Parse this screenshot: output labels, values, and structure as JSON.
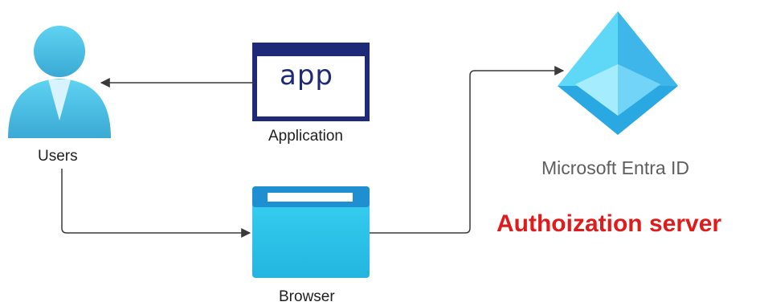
{
  "nodes": {
    "users": {
      "label": "Users"
    },
    "application": {
      "label": "Application",
      "icon_text": "app"
    },
    "browser": {
      "label": "Browser"
    },
    "entra": {
      "label": "Microsoft Entra ID"
    },
    "auth_server": {
      "label": "Authoization server"
    }
  },
  "colors": {
    "arrow": "#3a3a3a",
    "app_frame": "#1e2a78",
    "browser_fill": "#2fc6ea",
    "entra_light": "#6fdcfb",
    "entra_dark": "#1a8fd6",
    "user_fill": "#4bbfe3",
    "auth_text": "#e01b1b"
  },
  "icons": [
    "user-icon",
    "app-window-icon",
    "browser-icon",
    "entra-id-icon"
  ]
}
